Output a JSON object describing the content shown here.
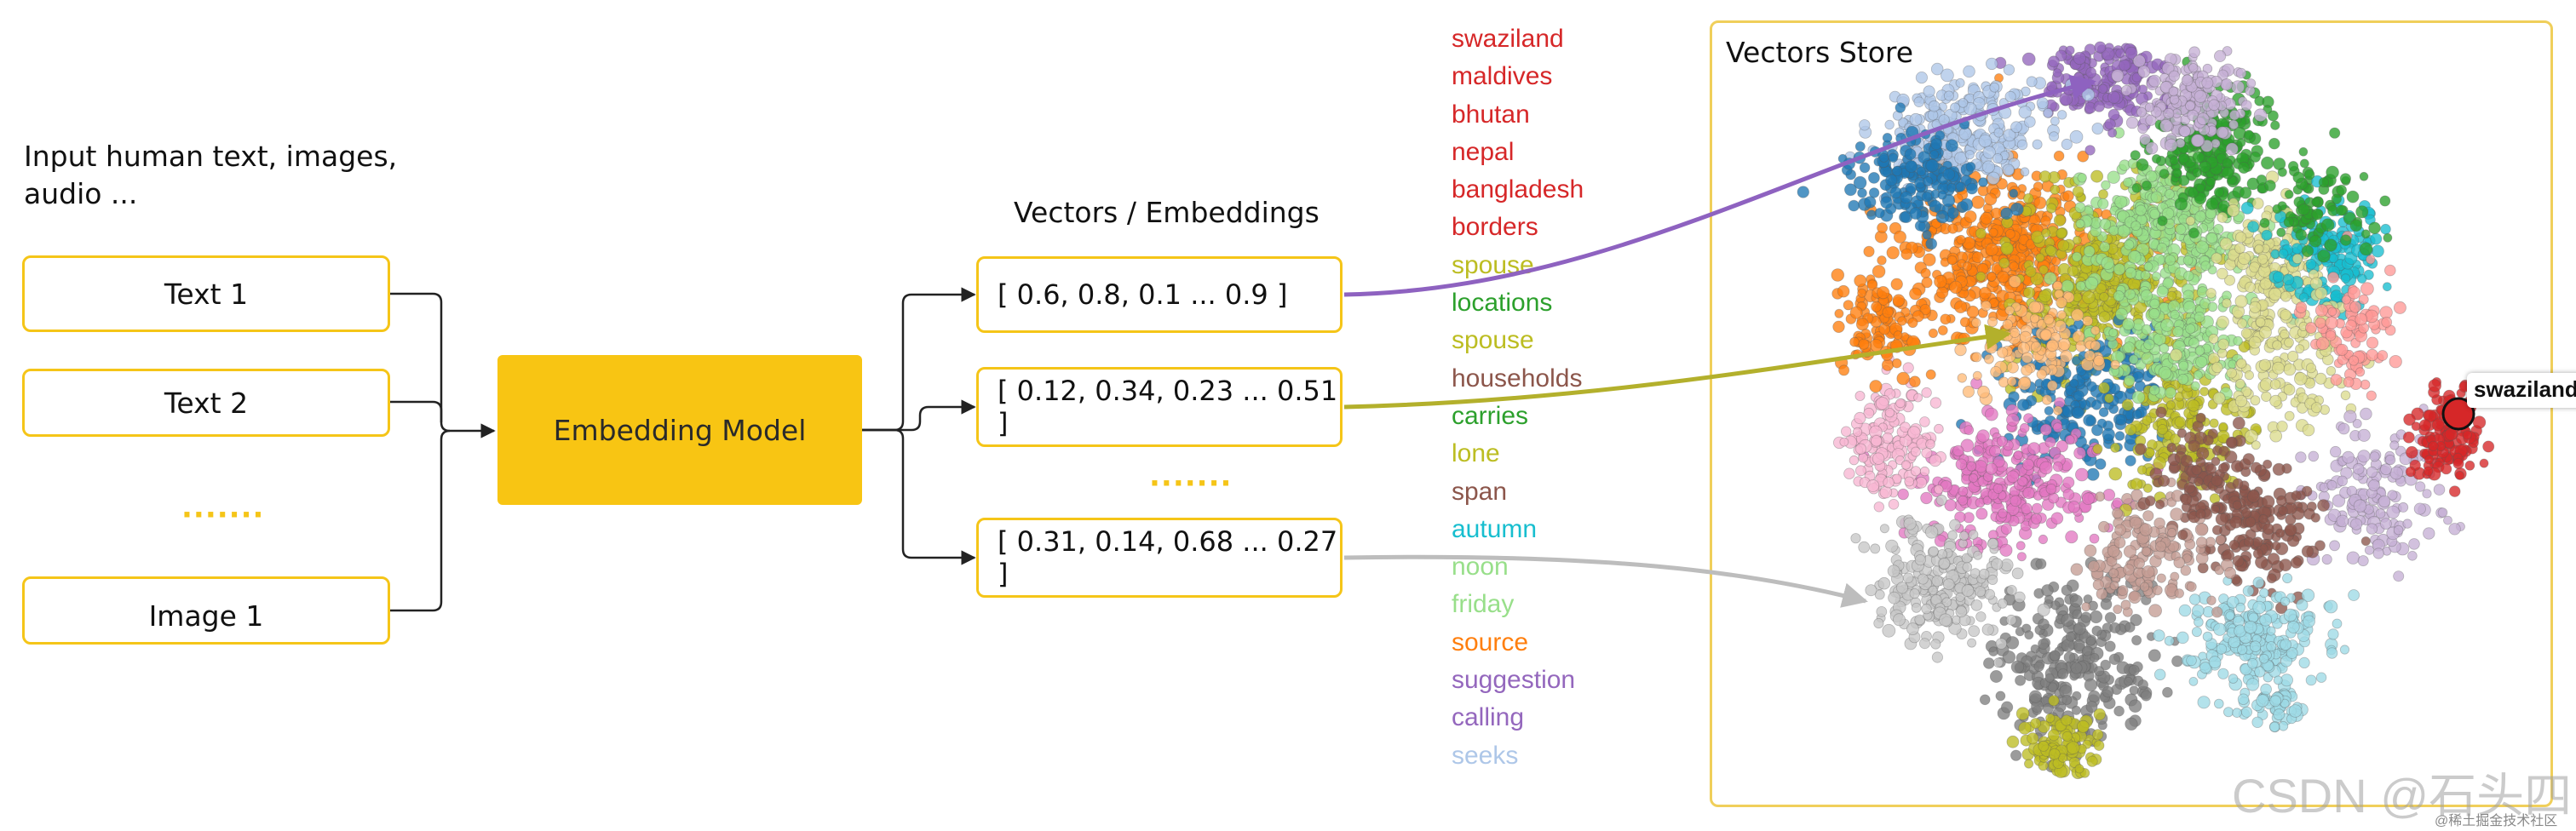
{
  "input": {
    "caption": "Input human text, images, audio ...",
    "items": [
      "Text 1",
      "Text 2",
      "Image 1"
    ],
    "ellipsis": "·······"
  },
  "model": {
    "label": "Embedding Model"
  },
  "vectors": {
    "caption": "Vectors / Embeddings",
    "items": [
      "[ 0.6, 0.8, 0.1 ... 0.9 ]",
      "[ 0.12, 0.34, 0.23 ... 0.51 ]",
      "[ 0.31, 0.14, 0.68 ... 0.27 ]"
    ],
    "ellipsis": "·······"
  },
  "words": [
    {
      "text": "swaziland",
      "color": "#d62728"
    },
    {
      "text": "maldives",
      "color": "#d62728"
    },
    {
      "text": "bhutan",
      "color": "#d62728"
    },
    {
      "text": "nepal",
      "color": "#d62728"
    },
    {
      "text": "bangladesh",
      "color": "#d62728"
    },
    {
      "text": "borders",
      "color": "#d62728"
    },
    {
      "text": "spouse",
      "color": "#bcbd22"
    },
    {
      "text": "locations",
      "color": "#2ca02c"
    },
    {
      "text": "spouse",
      "color": "#bcbd22"
    },
    {
      "text": "households",
      "color": "#8c564b"
    },
    {
      "text": "carries",
      "color": "#2ca02c"
    },
    {
      "text": "lone",
      "color": "#bcbd22"
    },
    {
      "text": "span",
      "color": "#8c564b"
    },
    {
      "text": "autumn",
      "color": "#17becf"
    },
    {
      "text": "noon",
      "color": "#98df8a"
    },
    {
      "text": "friday",
      "color": "#98df8a"
    },
    {
      "text": "source",
      "color": "#ff7f0e"
    },
    {
      "text": "suggestion",
      "color": "#9467bd"
    },
    {
      "text": "calling",
      "color": "#9467bd"
    },
    {
      "text": "seeks",
      "color": "#aec7e8"
    }
  ],
  "store": {
    "title": "Vectors Store",
    "callout": "swaziland",
    "link_colors": [
      "#8e62c0",
      "#b3b02c",
      "#bdbdbd"
    ]
  },
  "colors": {
    "accent": "#f5c518",
    "model_fill": "#f8c513",
    "cluster_palette": [
      "#ff7f0e",
      "#1f77b4",
      "#aec7e8",
      "#2ca02c",
      "#98df8a",
      "#9467bd",
      "#c5b0d5",
      "#e377c2",
      "#f7b6d2",
      "#bcbd22",
      "#dbdb8d",
      "#17becf",
      "#9edae5",
      "#8c564b",
      "#c49c94",
      "#7f7f7f",
      "#c7c7c7",
      "#d62728",
      "#ff9896",
      "#ffbb78"
    ]
  },
  "watermark": {
    "main": "CSDN @石头四",
    "sub": "@稀土掘金技术社区"
  }
}
